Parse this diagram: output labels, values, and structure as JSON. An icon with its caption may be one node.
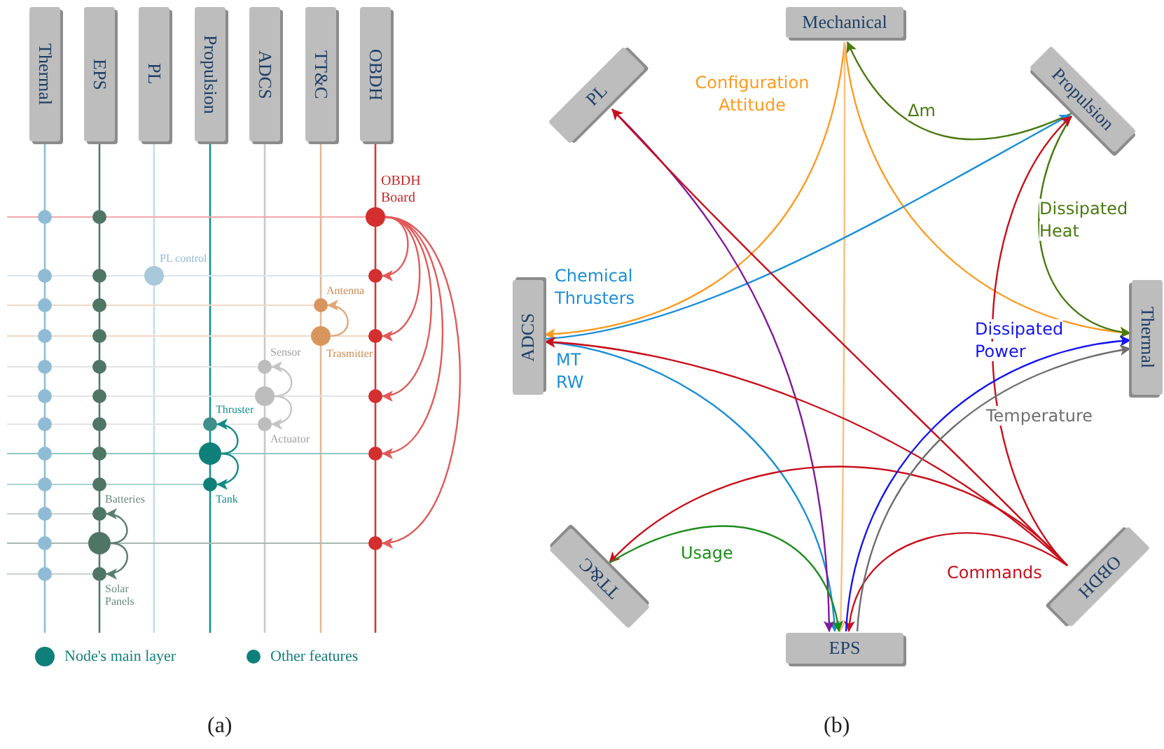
{
  "diagram": {
    "nodes": [
      {
        "text": [
          "Thermal"
        ]
      },
      {
        "text": [
          "EPS"
        ]
      },
      {
        "text": [
          "PL"
        ]
      },
      {
        "text": [
          "Propulsion"
        ]
      },
      {
        "text": [
          "ADCS"
        ]
      },
      {
        "text": [
          "TT&C"
        ]
      },
      {
        "text": [
          "OBDH"
        ]
      },
      {
        "text": [
          "OBDH Board"
        ]
      },
      {
        "text": [
          "PL control"
        ]
      },
      {
        "text": [],
        "shape": "circle"
      },
      {
        "text": [
          "Antenna"
        ]
      },
      {
        "text": [
          "Trasmitter"
        ]
      },
      {
        "text": [],
        "shape": "circle"
      },
      {
        "text": [
          "Sensor"
        ]
      },
      {
        "text": [],
        "shape": "circle"
      },
      {
        "text": [],
        "shape": "circle"
      },
      {
        "text": [
          "Thruster"
        ]
      },
      {
        "text": [
          "Actuator"
        ]
      },
      {
        "text": [],
        "shape": "circle"
      },
      {
        "text": [],
        "shape": "circle"
      },
      {
        "text": [
          "Tank"
        ]
      },
      {
        "text": [
          "Batteries"
        ]
      },
      {
        "text": [],
        "shape": "circle"
      },
      {
        "text": [],
        "shape": "circle"
      },
      {
        "text": [
          "Solar Panels"
        ]
      },
      {
        "text": [
          "Mechanical"
        ]
      },
      {
        "text": [
          "PL"
        ]
      },
      {
        "text": [
          "Propulsion"
        ]
      },
      {
        "text": [
          "ADCS"
        ]
      },
      {
        "text": [
          "Thermal"
        ]
      },
      {
        "text": [
          "TT&C"
        ]
      },
      {
        "text": [
          "OBDH"
        ]
      },
      {
        "text": [
          "EPS"
        ]
      }
    ],
    "edges": [
      {
        "from": 7,
        "to": 9,
        "arrow": "to",
        "color": "#e05a5a"
      },
      {
        "from": 7,
        "to": 12,
        "arrow": "to",
        "color": "#e05a5a"
      },
      {
        "from": 7,
        "to": 15,
        "arrow": "to",
        "color": "#e05a5a"
      },
      {
        "from": 7,
        "to": 19,
        "arrow": "to",
        "color": "#e05a5a"
      },
      {
        "from": 7,
        "to": 23,
        "arrow": "to",
        "color": "#e05a5a"
      },
      {
        "from": 11,
        "to": 10,
        "arrow": "to",
        "color": "#e0a878"
      },
      {
        "from": 14,
        "to": 13,
        "arrow": "to",
        "color": "#c4c4c4"
      },
      {
        "from": 14,
        "to": 17,
        "arrow": "to",
        "color": "#c4c4c4"
      },
      {
        "from": 18,
        "to": 16,
        "arrow": "to",
        "color": "#138a85"
      },
      {
        "from": 18,
        "to": 20,
        "arrow": "to",
        "color": "#138a85"
      },
      {
        "from": 22,
        "to": 21,
        "arrow": "to",
        "color": "#5a7d70"
      },
      {
        "from": 22,
        "to": 24,
        "arrow": "to",
        "color": "#5a7d70"
      },
      {
        "from": 25,
        "to": 28,
        "arrow": "to",
        "label": "Configuration Attitude",
        "color": "#ff9a1f"
      },
      {
        "from": 25,
        "to": 29,
        "arrow": "to",
        "color": "#ff9a1f"
      },
      {
        "from": 25,
        "to": 32,
        "arrow": "to",
        "color": "#f8bf7c"
      },
      {
        "from": 27,
        "to": 25,
        "arrow": "to",
        "label": "Δm",
        "color": "#4a7a10"
      },
      {
        "from": 27,
        "to": 29,
        "arrow": "to",
        "label": "Dissipated Heat",
        "color": "#4a7a10"
      },
      {
        "from": 28,
        "to": 27,
        "arrow": "to",
        "label": "Chemical Thrusters",
        "color": "#1b8fd8"
      },
      {
        "from": 28,
        "to": 32,
        "arrow": "to",
        "label": "MT RW",
        "color": "#1b8fd8"
      },
      {
        "from": 26,
        "to": 32,
        "arrow": "to",
        "color": "#80199a"
      },
      {
        "from": 31,
        "to": 26,
        "arrow": "to",
        "color": "#c8101c"
      },
      {
        "from": 31,
        "to": 28,
        "arrow": "to",
        "color": "#c8101c"
      },
      {
        "from": 31,
        "to": 27,
        "arrow": "to",
        "color": "#c8101c"
      },
      {
        "from": 31,
        "to": 30,
        "arrow": "to",
        "color": "#c8101c"
      },
      {
        "from": 31,
        "to": 32,
        "arrow": "to",
        "label": "Commands",
        "color": "#c8101c"
      },
      {
        "from": 30,
        "to": 32,
        "arrow": "to",
        "label": "Usage",
        "color": "#1c8c1c"
      },
      {
        "from": 32,
        "to": 29,
        "arrow": "to",
        "label": "Dissipated Power",
        "color": "#1414f0"
      },
      {
        "from": 32,
        "to": 29,
        "arrow": "to",
        "label": "Temperature",
        "color": "#6e6e6e"
      }
    ],
    "labels": [
      "(a)",
      "(b)"
    ],
    "legend": [
      {
        "text": "Node's main layer"
      },
      {
        "text": "Other features"
      }
    ]
  }
}
